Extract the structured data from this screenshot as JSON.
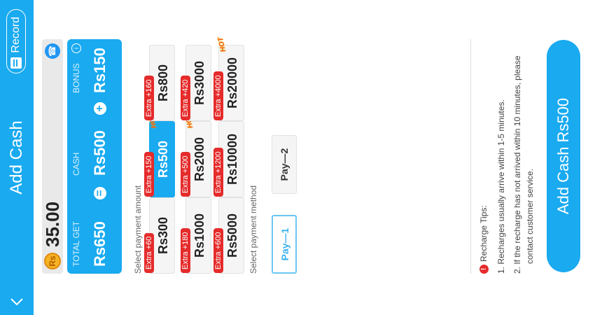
{
  "header": {
    "title": "Add Cash",
    "record_label": "Record"
  },
  "balance": {
    "currency_badge": "Rs",
    "amount": "35.00"
  },
  "summary": {
    "total_label": "TOTAL GET",
    "total_value": "Rs650",
    "cash_label": "CASH",
    "cash_value": "Rs500",
    "bonus_label": "BONUS",
    "bonus_value": "Rs150",
    "equals": "=",
    "plus": "+",
    "info": "i"
  },
  "amounts": {
    "section_label": "Select payment amount",
    "hot_label": "HOT",
    "items": [
      {
        "value": "Rs300",
        "extra": "Extra +60"
      },
      {
        "value": "Rs500",
        "extra": "Extra +150"
      },
      {
        "value": "Rs800",
        "extra": "Extra +160"
      },
      {
        "value": "Rs1000",
        "extra": "Extra +180"
      },
      {
        "value": "Rs2000",
        "extra": "Extra +500"
      },
      {
        "value": "Rs3000",
        "extra": "Extra +420"
      },
      {
        "value": "Rs5000",
        "extra": "Extra +600"
      },
      {
        "value": "Rs10000",
        "extra": "Extra +1200"
      },
      {
        "value": "Rs20000",
        "extra": "Extra +4000"
      }
    ],
    "selected_index": 1
  },
  "payment": {
    "section_label": "Select payment method",
    "methods": [
      "Pay—1",
      "Pay—2"
    ],
    "selected_index": 0
  },
  "tips": {
    "title": "Recharge Tips:",
    "line1": "1. Recharges usually arrive within 1-5 minutes.",
    "line2a": "2. If the recharge has not arrived within 10 minutes, please",
    "line2b": "contact customer service."
  },
  "submit_label": "Add Cash Rs500",
  "colors": {
    "primary": "#19aaf0",
    "tag_red": "#e52b2b",
    "coin": "#f5b323"
  },
  "icons": {
    "back": "chevron-left-icon",
    "record": "document-icon",
    "support": "headset-icon",
    "coin": "coin-icon",
    "alert": "exclamation-icon"
  }
}
